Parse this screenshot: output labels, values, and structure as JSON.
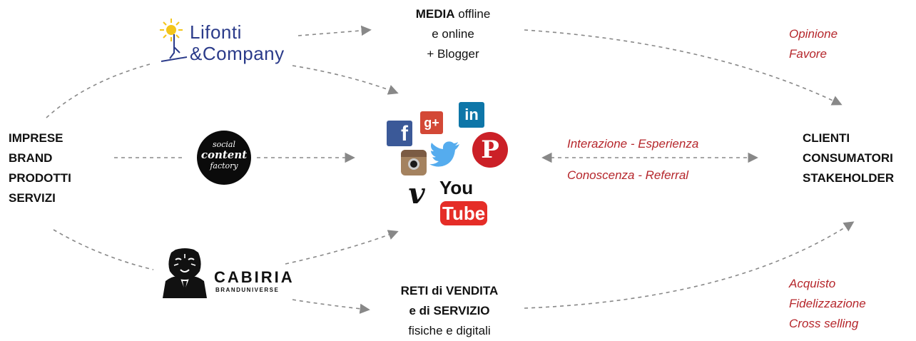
{
  "left_block": [
    "IMPRESE",
    "BRAND",
    "PRODOTTI",
    "SERVIZI"
  ],
  "right_block": [
    "CLIENTI",
    "CONSUMATORI",
    "STAKEHOLDER"
  ],
  "media": {
    "bold": "MEDIA",
    "rest": " offline",
    "line2": "e online",
    "line3": "+ Blogger"
  },
  "reti": {
    "line1": "RETI di VENDITA",
    "line2": "e di SERVIZIO",
    "line3": "fisiche e digitali"
  },
  "opinione": [
    "Opinione",
    "Favore"
  ],
  "interazione": "Interazione - Esperienza",
  "conoscenza": "Conoscenza - Referral",
  "acquisto": [
    "Acquisto",
    "Fidelizzazione",
    "Cross selling"
  ],
  "lifonti": {
    "line1": "Lifonti",
    "line2": "&Company"
  },
  "social": {
    "line1": "social",
    "line2": "content",
    "line3": "factory"
  },
  "cabiria": {
    "name": "CABIRIA",
    "sub": "BRANDUNIVERSE"
  },
  "social_icons": {
    "facebook": "f",
    "googleplus": "g+",
    "linkedin": "in",
    "pinterest": "P",
    "vimeo": "v",
    "youtube_you": "You",
    "youtube_tube": "Tube"
  },
  "colors": {
    "red_text": "#b5262b",
    "arrow": "#888888",
    "facebook": "#3b5998",
    "googleplus": "#d34836",
    "linkedin": "#0e76a8",
    "twitter": "#55acee",
    "pinterest": "#cb2027",
    "youtube": "#e52d27",
    "lifonti": "#2b3b8a"
  }
}
